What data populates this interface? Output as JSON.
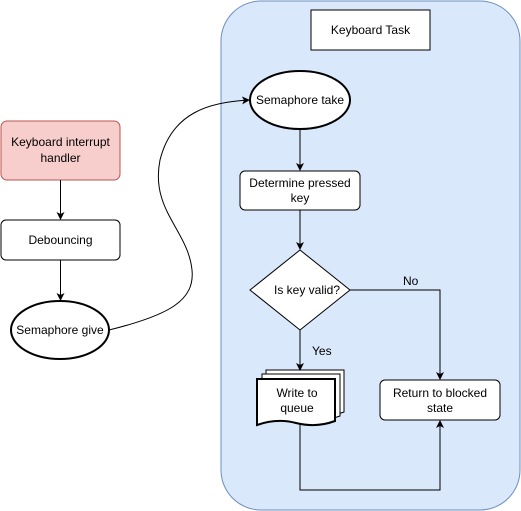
{
  "diagram": {
    "task_container": {
      "title": "Keyboard Task"
    },
    "nodes": {
      "interrupt_handler": {
        "line1": "Keyboard interrupt",
        "line2": "handler"
      },
      "debouncing": {
        "label": "Debouncing"
      },
      "semaphore_give": {
        "label": "Semaphore give"
      },
      "semaphore_take": {
        "label": "Semaphore take"
      },
      "determine_key": {
        "line1": "Determine pressed",
        "line2": "key"
      },
      "is_key_valid": {
        "label": "Is key valid?"
      },
      "write_queue": {
        "line1": "Write to",
        "line2": "queue"
      },
      "return_blocked": {
        "line1": "Return to blocked",
        "line2": "state"
      }
    },
    "edge_labels": {
      "yes": "Yes",
      "no": "No"
    },
    "colors": {
      "task_fill": "#dae8fc",
      "task_stroke": "#6c8ebf",
      "handler_fill": "#f8cecc",
      "handler_stroke": "#b85450",
      "stroke": "#000000"
    }
  }
}
